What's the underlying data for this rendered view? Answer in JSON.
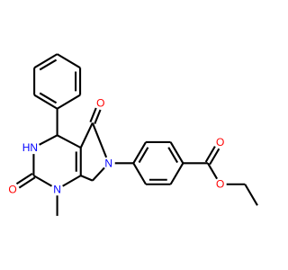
{
  "colors": {
    "background": "#ffffff",
    "bond": "#000000",
    "carbon_label": "#000000",
    "nitrogen": "#0000ff",
    "oxygen": "#ff0000"
  },
  "atoms": [
    {
      "id": "N3H",
      "label": "HN",
      "color": "nitrogen"
    },
    {
      "id": "N1",
      "label": "N",
      "color": "nitrogen"
    },
    {
      "id": "O2",
      "label": "O",
      "color": "oxygen"
    },
    {
      "id": "O5",
      "label": "O",
      "color": "oxygen"
    },
    {
      "id": "N6",
      "label": "N",
      "color": "nitrogen"
    },
    {
      "id": "Ocarbonyl",
      "label": "O",
      "color": "oxygen"
    },
    {
      "id": "Oester",
      "label": "O",
      "color": "oxygen"
    }
  ]
}
